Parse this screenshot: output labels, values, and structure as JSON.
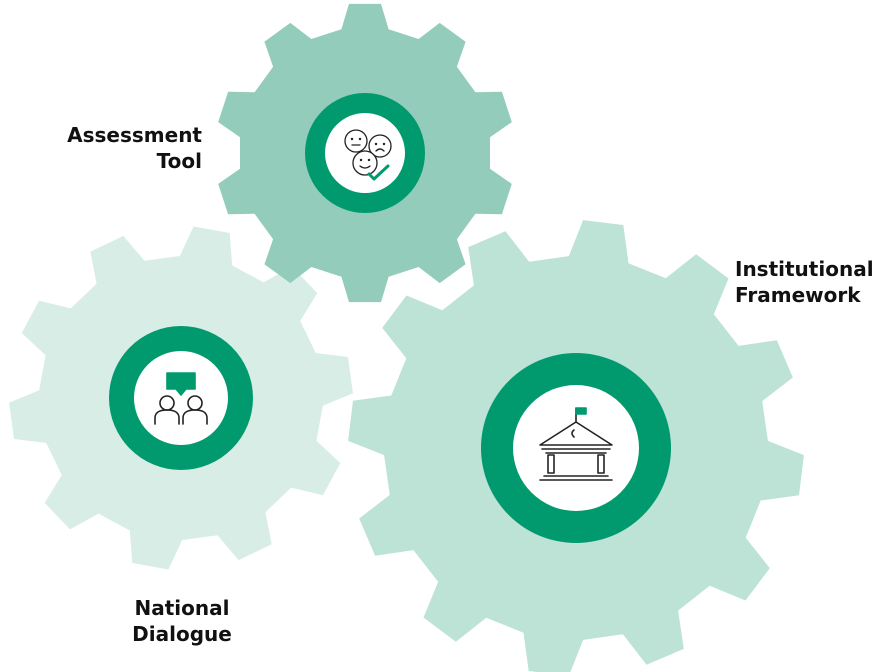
{
  "gears": [
    {
      "id": "assessment",
      "label_lines": [
        "Assessment",
        "Tool"
      ],
      "icon": "evaluation-faces-check-icon",
      "gear_color": "#93CCBA"
    },
    {
      "id": "national",
      "label_lines": [
        "National",
        "Dialogue"
      ],
      "icon": "dialogue-people-speech-icon",
      "gear_color": "#D7EDE5"
    },
    {
      "id": "institutional",
      "label_lines": [
        "Institutional",
        "Framework"
      ],
      "icon": "institution-building-flag-icon",
      "gear_color": "#BDE2D6"
    }
  ],
  "colors": {
    "ring": "#009A6E",
    "icon_stroke": "#222222",
    "accent": "#009A6E",
    "label_text": "#111111"
  }
}
